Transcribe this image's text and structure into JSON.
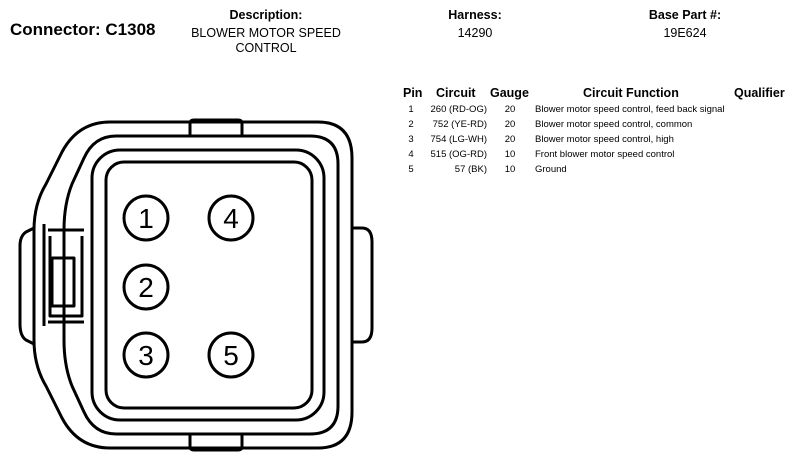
{
  "connector": {
    "title": "Connector: C1308"
  },
  "header": {
    "description_label": "Description:",
    "description_value": "BLOWER MOTOR SPEED CONTROL",
    "harness_label": "Harness:",
    "harness_value": "14290",
    "base_part_label": "Base Part #:",
    "base_part_value": "19E624"
  },
  "table": {
    "columns": [
      "Pin",
      "Circuit",
      "Gauge",
      "Circuit Function",
      "Qualifier"
    ],
    "rows": [
      {
        "pin": "1",
        "circuit": "260 (RD-OG)",
        "gauge": "20",
        "function": "Blower motor speed control, feed back signal"
      },
      {
        "pin": "2",
        "circuit": "752 (YE-RD)",
        "gauge": "20",
        "function": "Blower motor speed control, common"
      },
      {
        "pin": "3",
        "circuit": "754 (LG-WH)",
        "gauge": "20",
        "function": "Blower motor speed control, high"
      },
      {
        "pin": "4",
        "circuit": "515 (OG-RD)",
        "gauge": "10",
        "function": "Front blower motor speed control"
      },
      {
        "pin": "5",
        "circuit": "57 (BK)",
        "gauge": "10",
        "function": "Ground"
      }
    ]
  },
  "diagram": {
    "pin_labels": [
      "1",
      "4",
      "2",
      "3",
      "5"
    ]
  }
}
